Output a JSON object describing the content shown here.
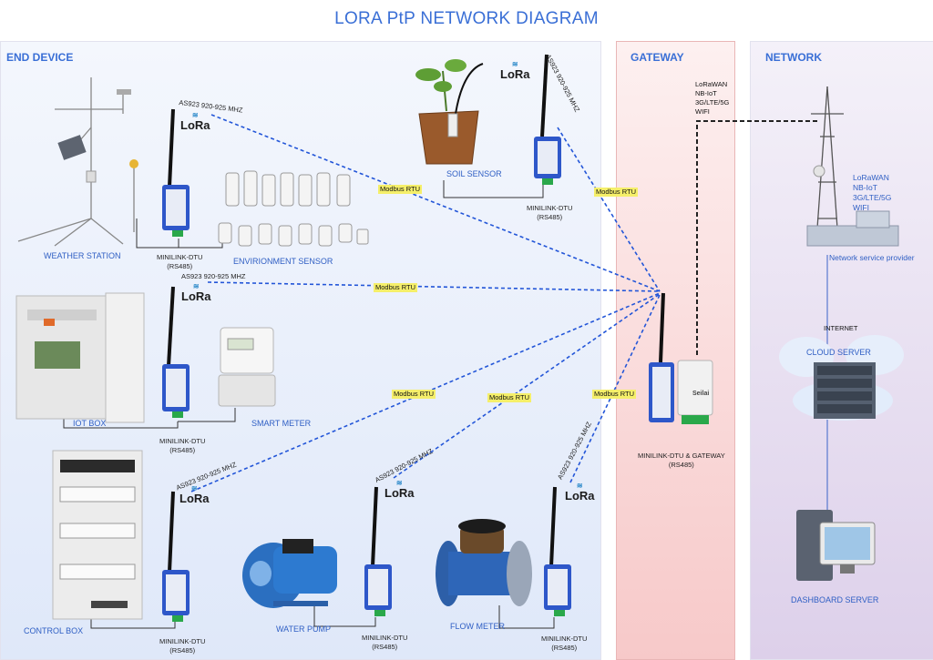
{
  "title": "LORA PtP NETWORK DIAGRAM",
  "sections": {
    "end_device": "END DEVICE",
    "gateway": "GATEWAY",
    "network": "NETWORK"
  },
  "devices": {
    "weather_station": "WEATHER STATION",
    "envirionment_sensor": "ENVIRIONMENT SENSOR",
    "soil_sensor": "SOIL SENSOR",
    "iot_box": "IOT BOX",
    "smart_meter": "SMART METER",
    "control_box": "CONTROL BOX",
    "water_pump": "WATER PUMP",
    "flow_meter": "FLOW METER"
  },
  "dtu_label": "MINILINK-DTU",
  "rs485": "(RS485)",
  "gateway_label": "MINILINK-DTU & GATEWAY",
  "lora_brand": "LoRa",
  "modbus": "Modbus RTU",
  "frequency": "AS923 920-925 MHZ",
  "gateway_protocols": [
    "LoRaWAN",
    "NB-IoT",
    "3G/LTE/5G",
    "WIFI"
  ],
  "network_protocols": [
    "LoRaWAN",
    "NB-IoT",
    "3G/LTE/5G",
    "WIFI"
  ],
  "network_service_provider": "Network service provider",
  "internet": "INTERNET",
  "cloud_server": "CLOUD SERVER",
  "dashboard_server": "DASHBOARD SERVER",
  "gateway_brand": "Seilai",
  "colors": {
    "accent": "#3a6fd6",
    "link": "#2255d8",
    "tag": "#f5ef6a",
    "device": "#2e57c9"
  }
}
